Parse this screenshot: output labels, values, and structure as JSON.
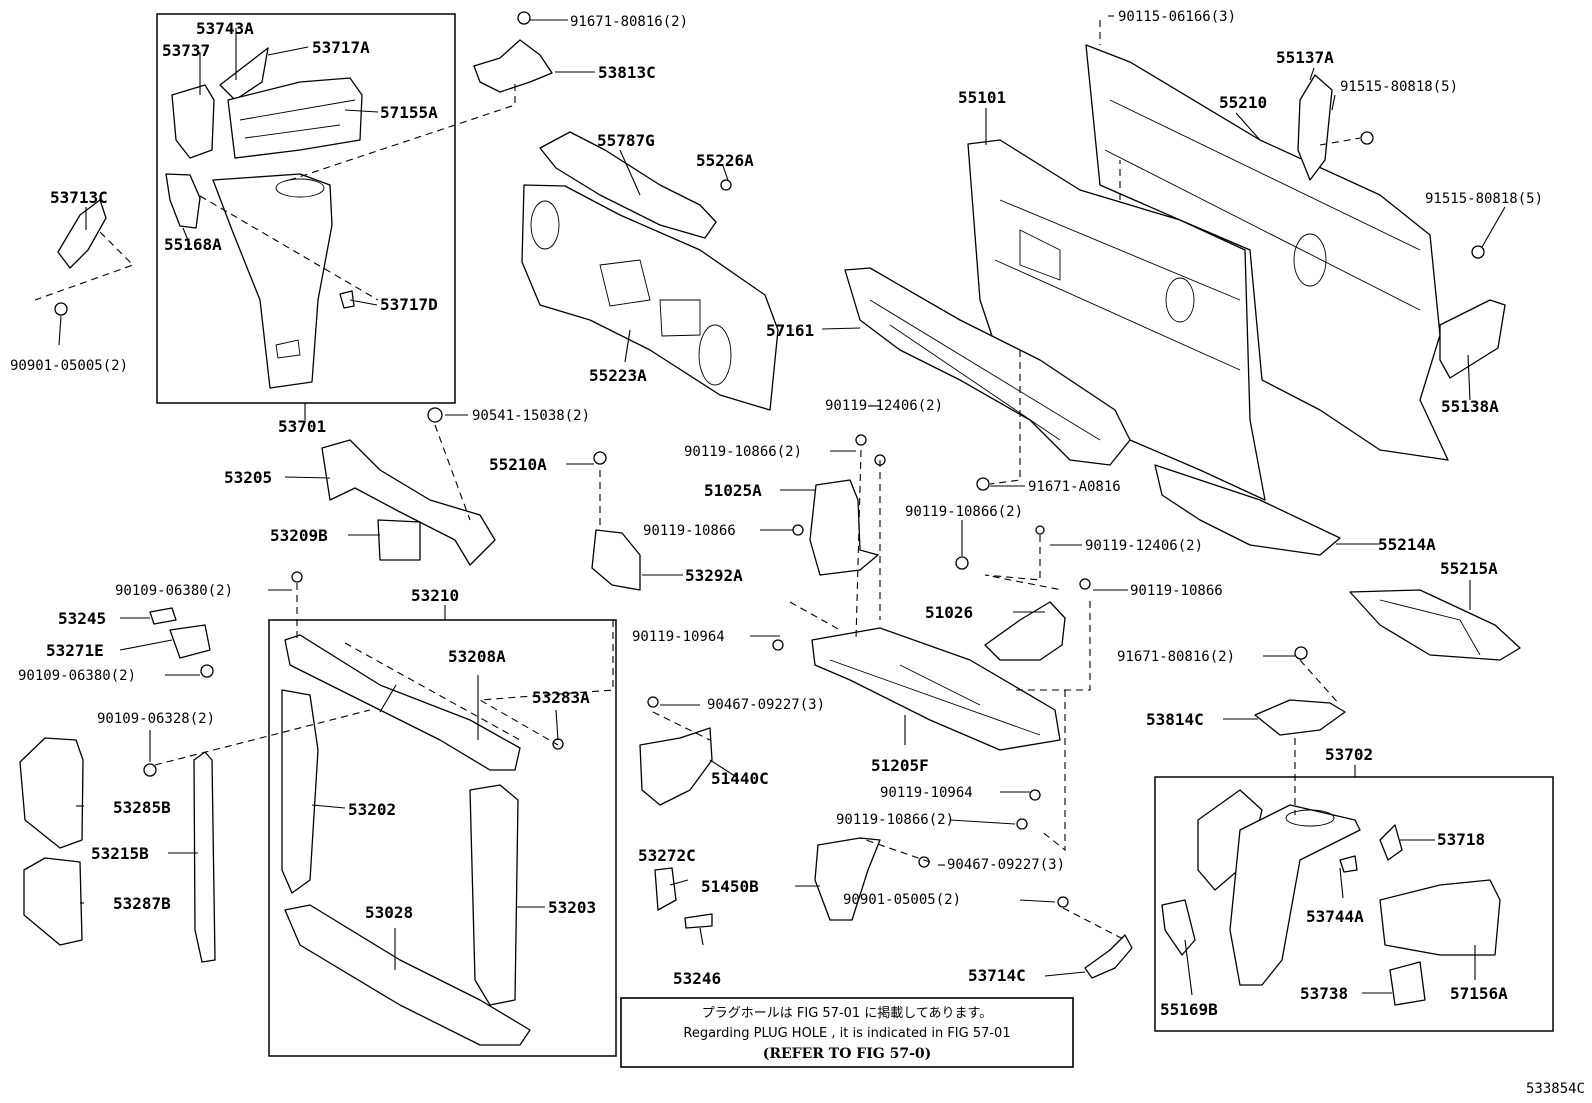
{
  "diagram_id": "533854C",
  "note": {
    "line_ja": "プラグホールは FIG 57-01 に掲載してあります。",
    "line_en": "Regarding  PLUG  HOLE , it is indicated in  FIG  57-01",
    "line_ref": "(REFER TO FIG 57-0)"
  },
  "labels": [
    "53743A",
    "53737",
    "53717A",
    "57155A",
    "53713C",
    "55168A",
    "53717D",
    "90901-05005(2)",
    "53701",
    "91671-80816(2)",
    "53813C",
    "55787G",
    "55226A",
    "55223A",
    "90115-06166(3)",
    "55101",
    "55210",
    "55137A",
    "91515-80818(5)",
    "91515-80818(5)",
    "55138A",
    "57161",
    "90541-15038(2)",
    "53205",
    "53209B",
    "53210",
    "55210A",
    "53292A",
    "90119-12406(2)",
    "90119-10866(2)",
    "51025A",
    "90119-10866",
    "91671-A0816",
    "90119-10866(2)",
    "90119-12406(2)",
    "55214A",
    "55215A",
    "51026",
    "90119-10866",
    "90119-10964",
    "91671-80816(2)",
    "53814C",
    "53702",
    "90109-06380(2)",
    "53245",
    "53271E",
    "90109-06380(2)",
    "53208A",
    "53283A",
    "90109-06328(2)",
    "53285B",
    "53215B",
    "53287B",
    "53202",
    "53028",
    "53203",
    "90467-09227(3)",
    "51440C",
    "51205F",
    "90119-10964",
    "90119-10866(2)",
    "53272C",
    "51450B",
    "90467-09227(3)",
    "90901-05005(2)",
    "53246",
    "53714C",
    "53718",
    "53744A",
    "57156A",
    "53738",
    "55169B"
  ]
}
